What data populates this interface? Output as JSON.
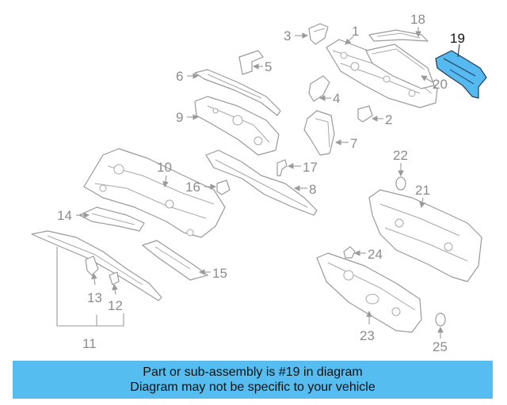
{
  "diagram": {
    "highlight_color": "#56bdf0",
    "labels": {
      "p1": "1",
      "p2": "2",
      "p3": "3",
      "p4": "4",
      "p5": "5",
      "p6": "6",
      "p7": "7",
      "p8": "8",
      "p9": "9",
      "p10": "10",
      "p11": "11",
      "p12": "12",
      "p13": "13",
      "p14": "14",
      "p15": "15",
      "p16": "16",
      "p17": "17",
      "p18": "18",
      "p19": "19",
      "p20": "20",
      "p21": "21",
      "p22": "22",
      "p23": "23",
      "p24": "24",
      "p25": "25"
    }
  },
  "banner": {
    "line1": "Part or sub-assembly is #19 in diagram",
    "line2": "Diagram may not be specific to your vehicle"
  }
}
